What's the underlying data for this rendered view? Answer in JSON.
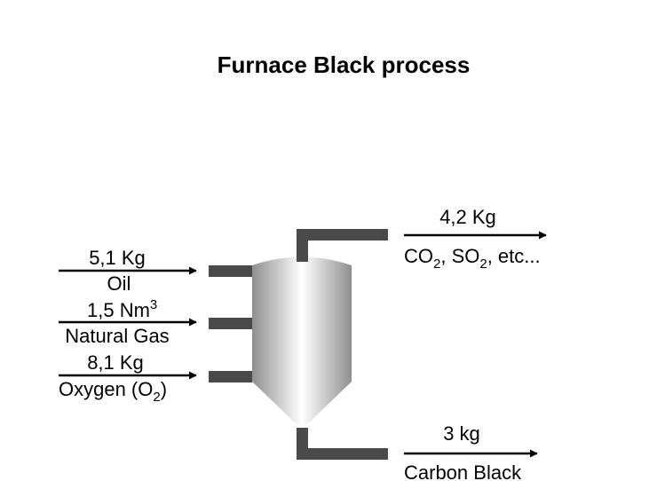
{
  "title": "Furnace Black process",
  "inputs": [
    {
      "amount": "5,1 Kg",
      "name": "Oil"
    },
    {
      "amount": "1,5 Nm",
      "amount_sup": "3",
      "name": "Natural Gas"
    },
    {
      "amount": "8,1 Kg",
      "name_pre": "Oxygen (O",
      "name_sub": "2",
      "name_post": ")"
    }
  ],
  "outputs": [
    {
      "amount": "4,2 Kg",
      "p1": "CO",
      "s1": "2",
      "p2": ", SO",
      "s2": "2",
      "p3": ", etc..."
    },
    {
      "amount": "3 kg",
      "name": "Carbon Black"
    }
  ],
  "colors": {
    "pipe": "#4a4a4a",
    "arrow": "#000000",
    "vessel_light": "#ffffff",
    "vessel_dark": "#9a9a9a"
  }
}
